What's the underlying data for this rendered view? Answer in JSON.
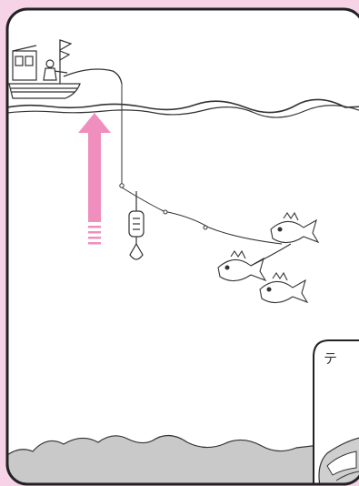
{
  "colors": {
    "page_background": "#f6d3e6",
    "panel_background": "#ffffff",
    "panel_border": "#222222",
    "arrow": "#f08fbd",
    "seabed": "#c9c9c9",
    "water_line": "#333333"
  },
  "illustration": {
    "boat": "fishing-boat",
    "angler": "angler-figure",
    "direction_arrow": "up-arrow",
    "sinker": "sinker-weight",
    "fish_count": 3
  },
  "inset": {
    "label": "テ"
  }
}
